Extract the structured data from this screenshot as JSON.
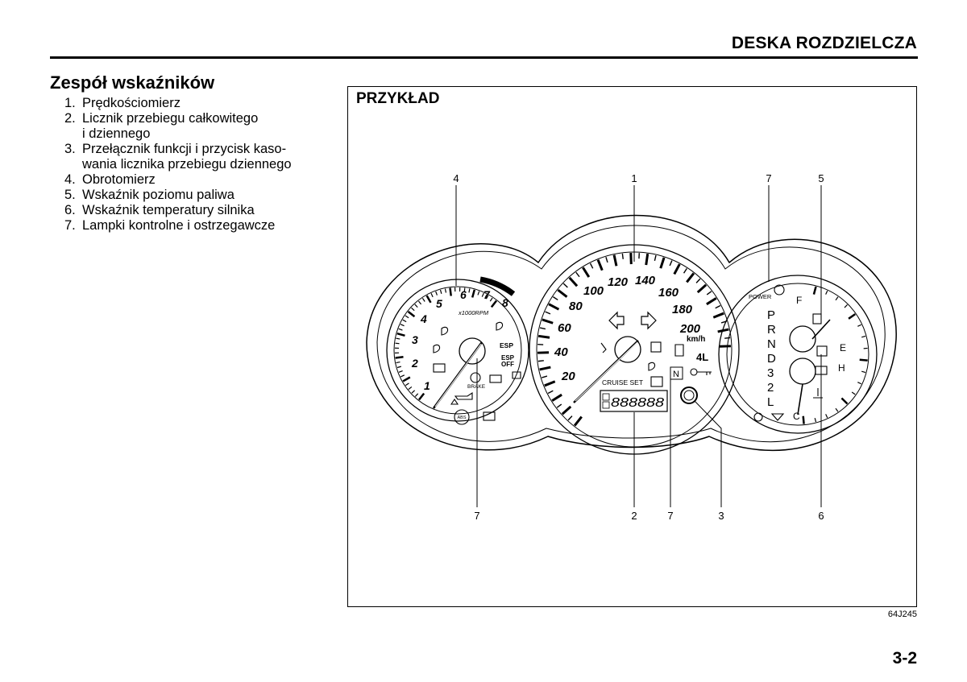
{
  "header": {
    "title": "DESKA ROZDZIELCZA"
  },
  "section": {
    "title": "Zespół wskaźników",
    "items": [
      {
        "num": "1.",
        "text": "Prędkościomierz"
      },
      {
        "num": "2.",
        "text": "Licznik przebiegu całkowitego\ni dziennego"
      },
      {
        "num": "3.",
        "text": "Przełącznik funkcji i przycisk kaso-\nwania licznika przebiegu dziennego"
      },
      {
        "num": "4.",
        "text": "Obrotomierz"
      },
      {
        "num": "5.",
        "text": "Wskaźnik poziomu paliwa"
      },
      {
        "num": "6.",
        "text": "Wskaźnik temperatury silnika"
      },
      {
        "num": "7.",
        "text": "Lampki kontrolne i ostrzegawcze"
      }
    ]
  },
  "figure": {
    "label": "PRZYKŁAD",
    "code": "64J245",
    "callouts_top": [
      "4",
      "1",
      "7",
      "5"
    ],
    "callouts_bottom": [
      "7",
      "2",
      "7",
      "3",
      "6"
    ],
    "tachometer": {
      "numbers": [
        "1",
        "2",
        "3",
        "4",
        "5",
        "6",
        "7",
        "8"
      ],
      "unit": "x1000RPM",
      "esp": "ESP",
      "esp_off": "ESP\nOFF",
      "brake": "BRAKE",
      "abs": "ABS"
    },
    "speedometer": {
      "numbers": [
        "20",
        "40",
        "60",
        "80",
        "100",
        "120",
        "140",
        "160",
        "180",
        "200"
      ],
      "unit": "km/h",
      "cruise": "CRUISE SET",
      "odometer": "888888",
      "four_l": "4L",
      "neutral": "N"
    },
    "right_gauge": {
      "power": "POWER",
      "gears": [
        "P",
        "R",
        "N",
        "D",
        "3",
        "2",
        "L"
      ],
      "fuel_full": "F",
      "fuel_empty": "E",
      "temp_hot": "H",
      "temp_cold": "C"
    }
  },
  "page_number": "3-2"
}
